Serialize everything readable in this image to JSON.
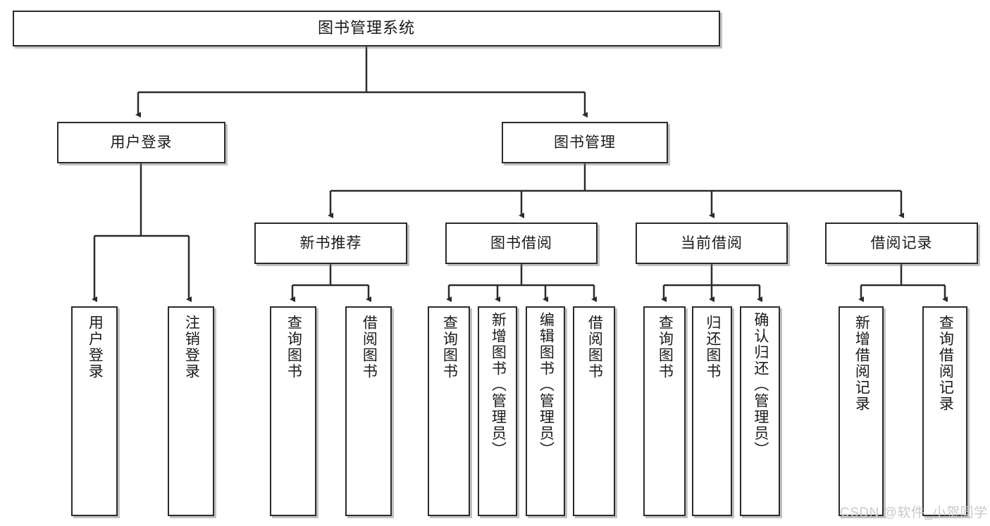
{
  "diagram": {
    "title_node": {
      "label": "图书管理系统"
    },
    "level2": [
      {
        "label": "用户登录"
      },
      {
        "label": "图书管理"
      }
    ],
    "level3": [
      {
        "label": "新书推荐"
      },
      {
        "label": "图书借阅"
      },
      {
        "label": "当前借阅"
      },
      {
        "label": "借阅记录"
      }
    ],
    "leaves": {
      "user_login": [
        {
          "label": "用户登录"
        },
        {
          "label": "注销登录"
        }
      ],
      "new_book_recommend": [
        {
          "label": "查询图书"
        },
        {
          "label": "借阅图书"
        }
      ],
      "book_borrow": [
        {
          "label": "查询图书"
        },
        {
          "label": "新增图书（管理员）"
        },
        {
          "label": "编辑图书（管理员）"
        },
        {
          "label": "借阅图书"
        }
      ],
      "current_borrow": [
        {
          "label": "查询图书"
        },
        {
          "label": "归还图书"
        },
        {
          "label": "确认归还（管理员）"
        }
      ],
      "borrow_record": [
        {
          "label": "新增借阅记录"
        },
        {
          "label": "查询借阅记录"
        }
      ]
    }
  },
  "watermark": {
    "text": "CSDN @软件_小贺同学"
  },
  "colors": {
    "border": "#2b2b2b",
    "fill": "#ffffff",
    "text": "#1a1a1a",
    "watermark": "#c9c9c9"
  }
}
